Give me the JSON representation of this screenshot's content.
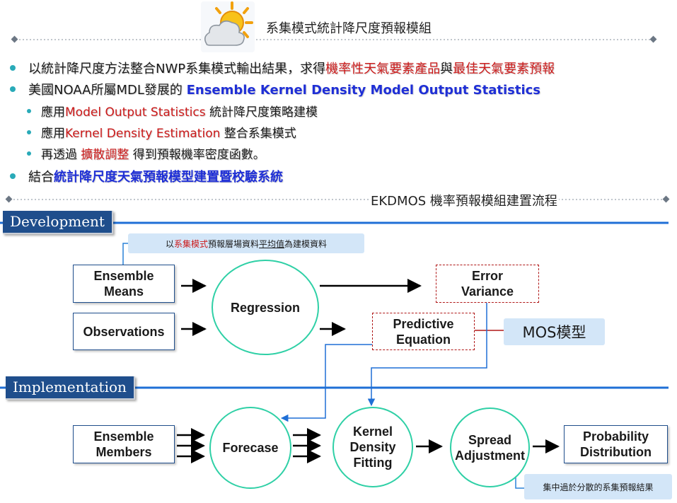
{
  "header": {
    "title": "系集模式統計降尺度預報模組",
    "icon": "sun-cloud-icon"
  },
  "bullets": {
    "b1": {
      "prefix": "以統計降尺度方法整合NWP系集模式輸出結果，求得",
      "hl1": "機率性天氣要素產品",
      "mid": "與",
      "hl2": "最佳天氣要素預報"
    },
    "b2": {
      "prefix": "美國NOAA所屬MDL發展的 ",
      "hl": "Ensemble Kernel Density Model Output Statistics"
    },
    "b3": {
      "prefix": "應用",
      "hl": "Model Output Statistics",
      "suffix": " 統計降尺度策略建模"
    },
    "b4": {
      "prefix": "應用",
      "hl": "Kernel Density Estimation",
      "suffix": " 整合系集模式"
    },
    "b5": {
      "prefix": "再透過 ",
      "hl": "擴散調整",
      "suffix": " 得到預報機率密度函數。"
    },
    "b6": {
      "prefix": "結合",
      "hl": "統計降尺度天氣預報模型建置暨校驗系統"
    }
  },
  "flow_title": "EKDMOS  機率預報模組建置流程",
  "sections": {
    "development": "Development",
    "implementation": "Implementation"
  },
  "development": {
    "callout": {
      "p1": "以",
      "hl": "系集模式",
      "p2": "預報層場資料",
      "u": "平均值",
      "p3": "為建模資料"
    },
    "ensemble_means": "Ensemble\nMeans",
    "observations": "Observations",
    "regression": "Regression",
    "error_variance": "Error\nVariance",
    "predictive_equation": "Predictive\nEquation",
    "mos_label": "MOS模型"
  },
  "implementation": {
    "ensemble_members": "Ensemble\nMembers",
    "forecase": "Forecase",
    "kernel_density": "Kernel\nDensity\nFitting",
    "spread_adjustment": "Spread\nAdjustment",
    "probability_distribution": "Probability\nDistribution",
    "callout": "集中過於分散的系集預報結果"
  },
  "colors": {
    "accent_blue": "#1f4e8c",
    "section_line": "#1f6fd6",
    "circle_border": "#2fd0a6",
    "dashed_red": "#b01818",
    "bullet_dot": "#29aab8",
    "highlight_red": "#cc1a1a",
    "highlight_blue": "#1f2fd6",
    "callout_bg": "#d3e6f8"
  }
}
